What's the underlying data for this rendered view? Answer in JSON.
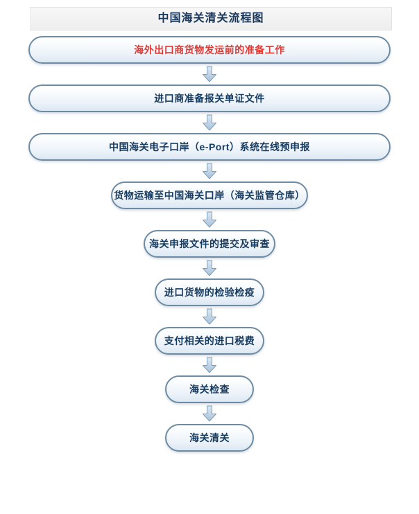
{
  "header": {
    "title": "中国海关清关流程图",
    "title_color": "#16365c",
    "bar_background": "#f2f2f2"
  },
  "theme": {
    "node_border": "#6e8ba4",
    "node_text": "#173c61",
    "accent_text": "#e03a34",
    "arrow_fill": "#b9cfe4",
    "arrow_stroke": "#7d9cb8",
    "page_background": "#ffffff"
  },
  "flow": {
    "arrow_icon": "arrow-down-block-icon",
    "steps": [
      {
        "index": 1,
        "label": "海外出口商货物发运前的准备工作",
        "width": "w-full",
        "accent": true
      },
      {
        "index": 2,
        "label": "进口商准备报关单证文件",
        "width": "w-full",
        "accent": false
      },
      {
        "index": 3,
        "label": "中国海关电子口岸（e-Port）系统在线预申报",
        "width": "w-full",
        "accent": false
      },
      {
        "index": 4,
        "label": "货物运输至中国海关口岸（海关监管仓库）",
        "width": "w-mid",
        "accent": false
      },
      {
        "index": 5,
        "label": "海关申报文件的提交及审查",
        "width": "w-med",
        "accent": false
      },
      {
        "index": 6,
        "label": "进口货物的检验检疫",
        "width": "w-small",
        "accent": false
      },
      {
        "index": 7,
        "label": "支付相关的进口税费",
        "width": "w-small",
        "accent": false
      },
      {
        "index": 8,
        "label": "海关检查",
        "width": "w-tiny",
        "accent": false
      },
      {
        "index": 9,
        "label": "海关清关",
        "width": "w-tiny",
        "accent": false
      }
    ]
  }
}
